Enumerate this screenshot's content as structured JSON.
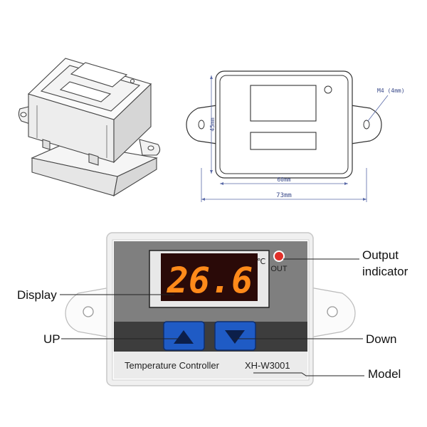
{
  "drawing": {
    "width_label": "60mm",
    "overall_width_label": "73mm",
    "height_label": "45mm",
    "screw_label": "M4 (4mm)"
  },
  "device": {
    "unit_symbol": "℃",
    "temperature_value": "26.6",
    "out_label": "OUT",
    "panel_text": "Temperature Controller",
    "model_text": "XH-W3001"
  },
  "callouts": {
    "display": "Display",
    "up": "UP",
    "down": "Down",
    "model": "Model",
    "output_line1": "Output",
    "output_line2": "indicator"
  },
  "colors": {
    "panel_gray": "#7f7f7f",
    "display_bg": "#2a0a08",
    "digit_color": "#ff8a1a",
    "button_blue": "#1f5bc5",
    "led_red": "#e0302a",
    "strip_dark": "#3d3d3d"
  }
}
